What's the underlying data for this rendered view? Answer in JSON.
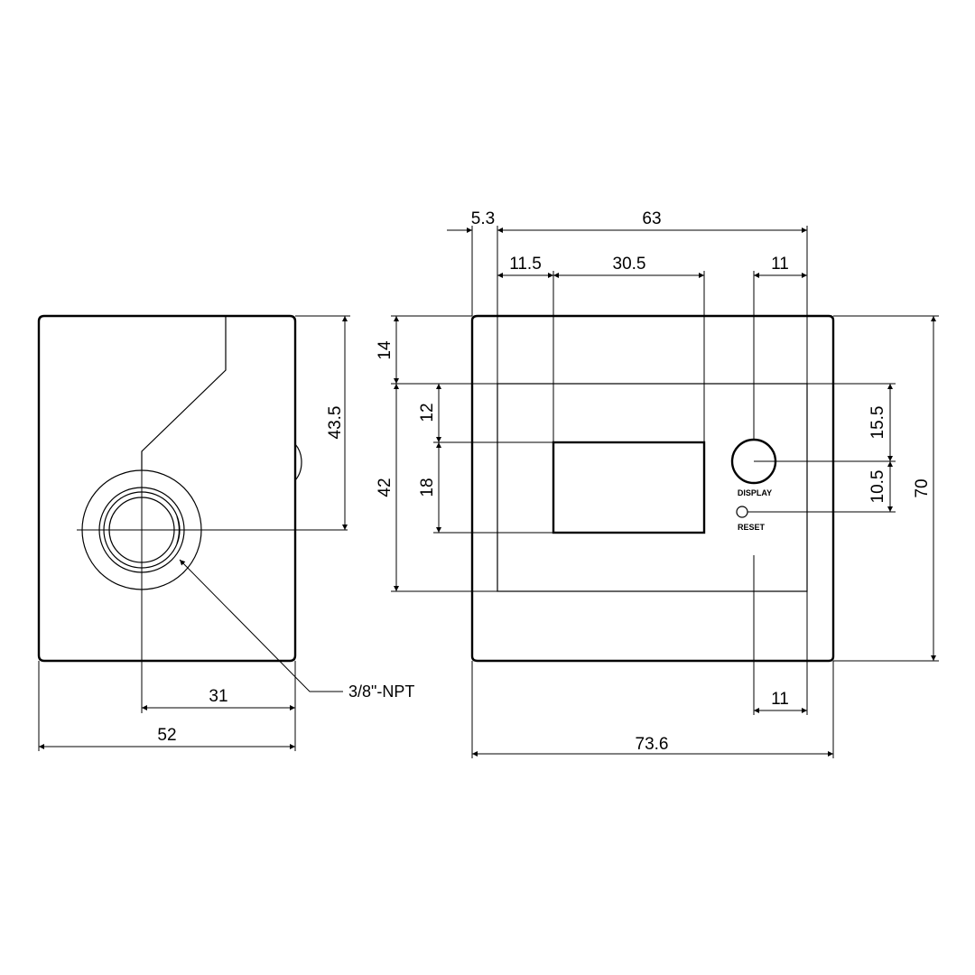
{
  "labels": {
    "display": "DISPLAY",
    "reset": "RESET",
    "thread": "3/8\"-NPT"
  },
  "dimensions": {
    "side_height": "43.5",
    "side_port_offset": "31",
    "side_width": "52",
    "front_left_offset": "5.3",
    "front_inner_width": "63",
    "front_window_offset": "11.5",
    "front_window_width": "30.5",
    "front_right_margin_top": "11",
    "front_right_margin_bottom": "11",
    "front_overall_width": "73.6",
    "front_top_margin": "14",
    "front_inner_height": "42",
    "front_window_top": "12",
    "front_window_height": "18",
    "front_button_top": "15.5",
    "front_button_spacing": "10.5",
    "front_overall_height": "70"
  }
}
